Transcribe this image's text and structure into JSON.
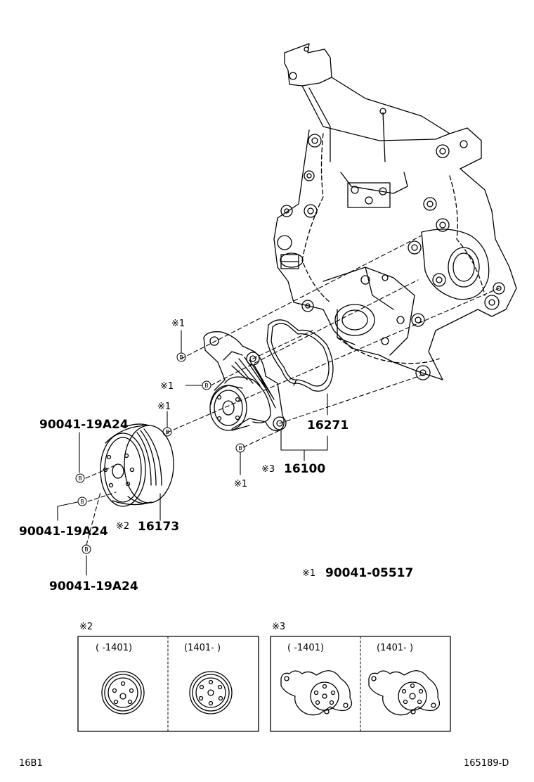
{
  "parts": {
    "water_pump_gasket": "16271",
    "water_pump_assy": "16100",
    "pulley": "16173",
    "bolt_a": "90041-19A24",
    "bolt_b": "90041-19A24",
    "bolt_c": "90041-19A24"
  },
  "marks": {
    "m1": "※1",
    "m2": "※2",
    "m3": "※3"
  },
  "bolt_letter": "B",
  "legend": {
    "mark": "※1",
    "part": "90041-05517"
  },
  "variants": {
    "box2_mark": "※2",
    "box2_left": "(      -1401)",
    "box2_right": "(1401-      )",
    "box3_mark": "※3",
    "box3_left": "(      -1401)",
    "box3_right": "(1401-      )"
  },
  "footer": {
    "left": "16B1",
    "right": "165189-D"
  }
}
